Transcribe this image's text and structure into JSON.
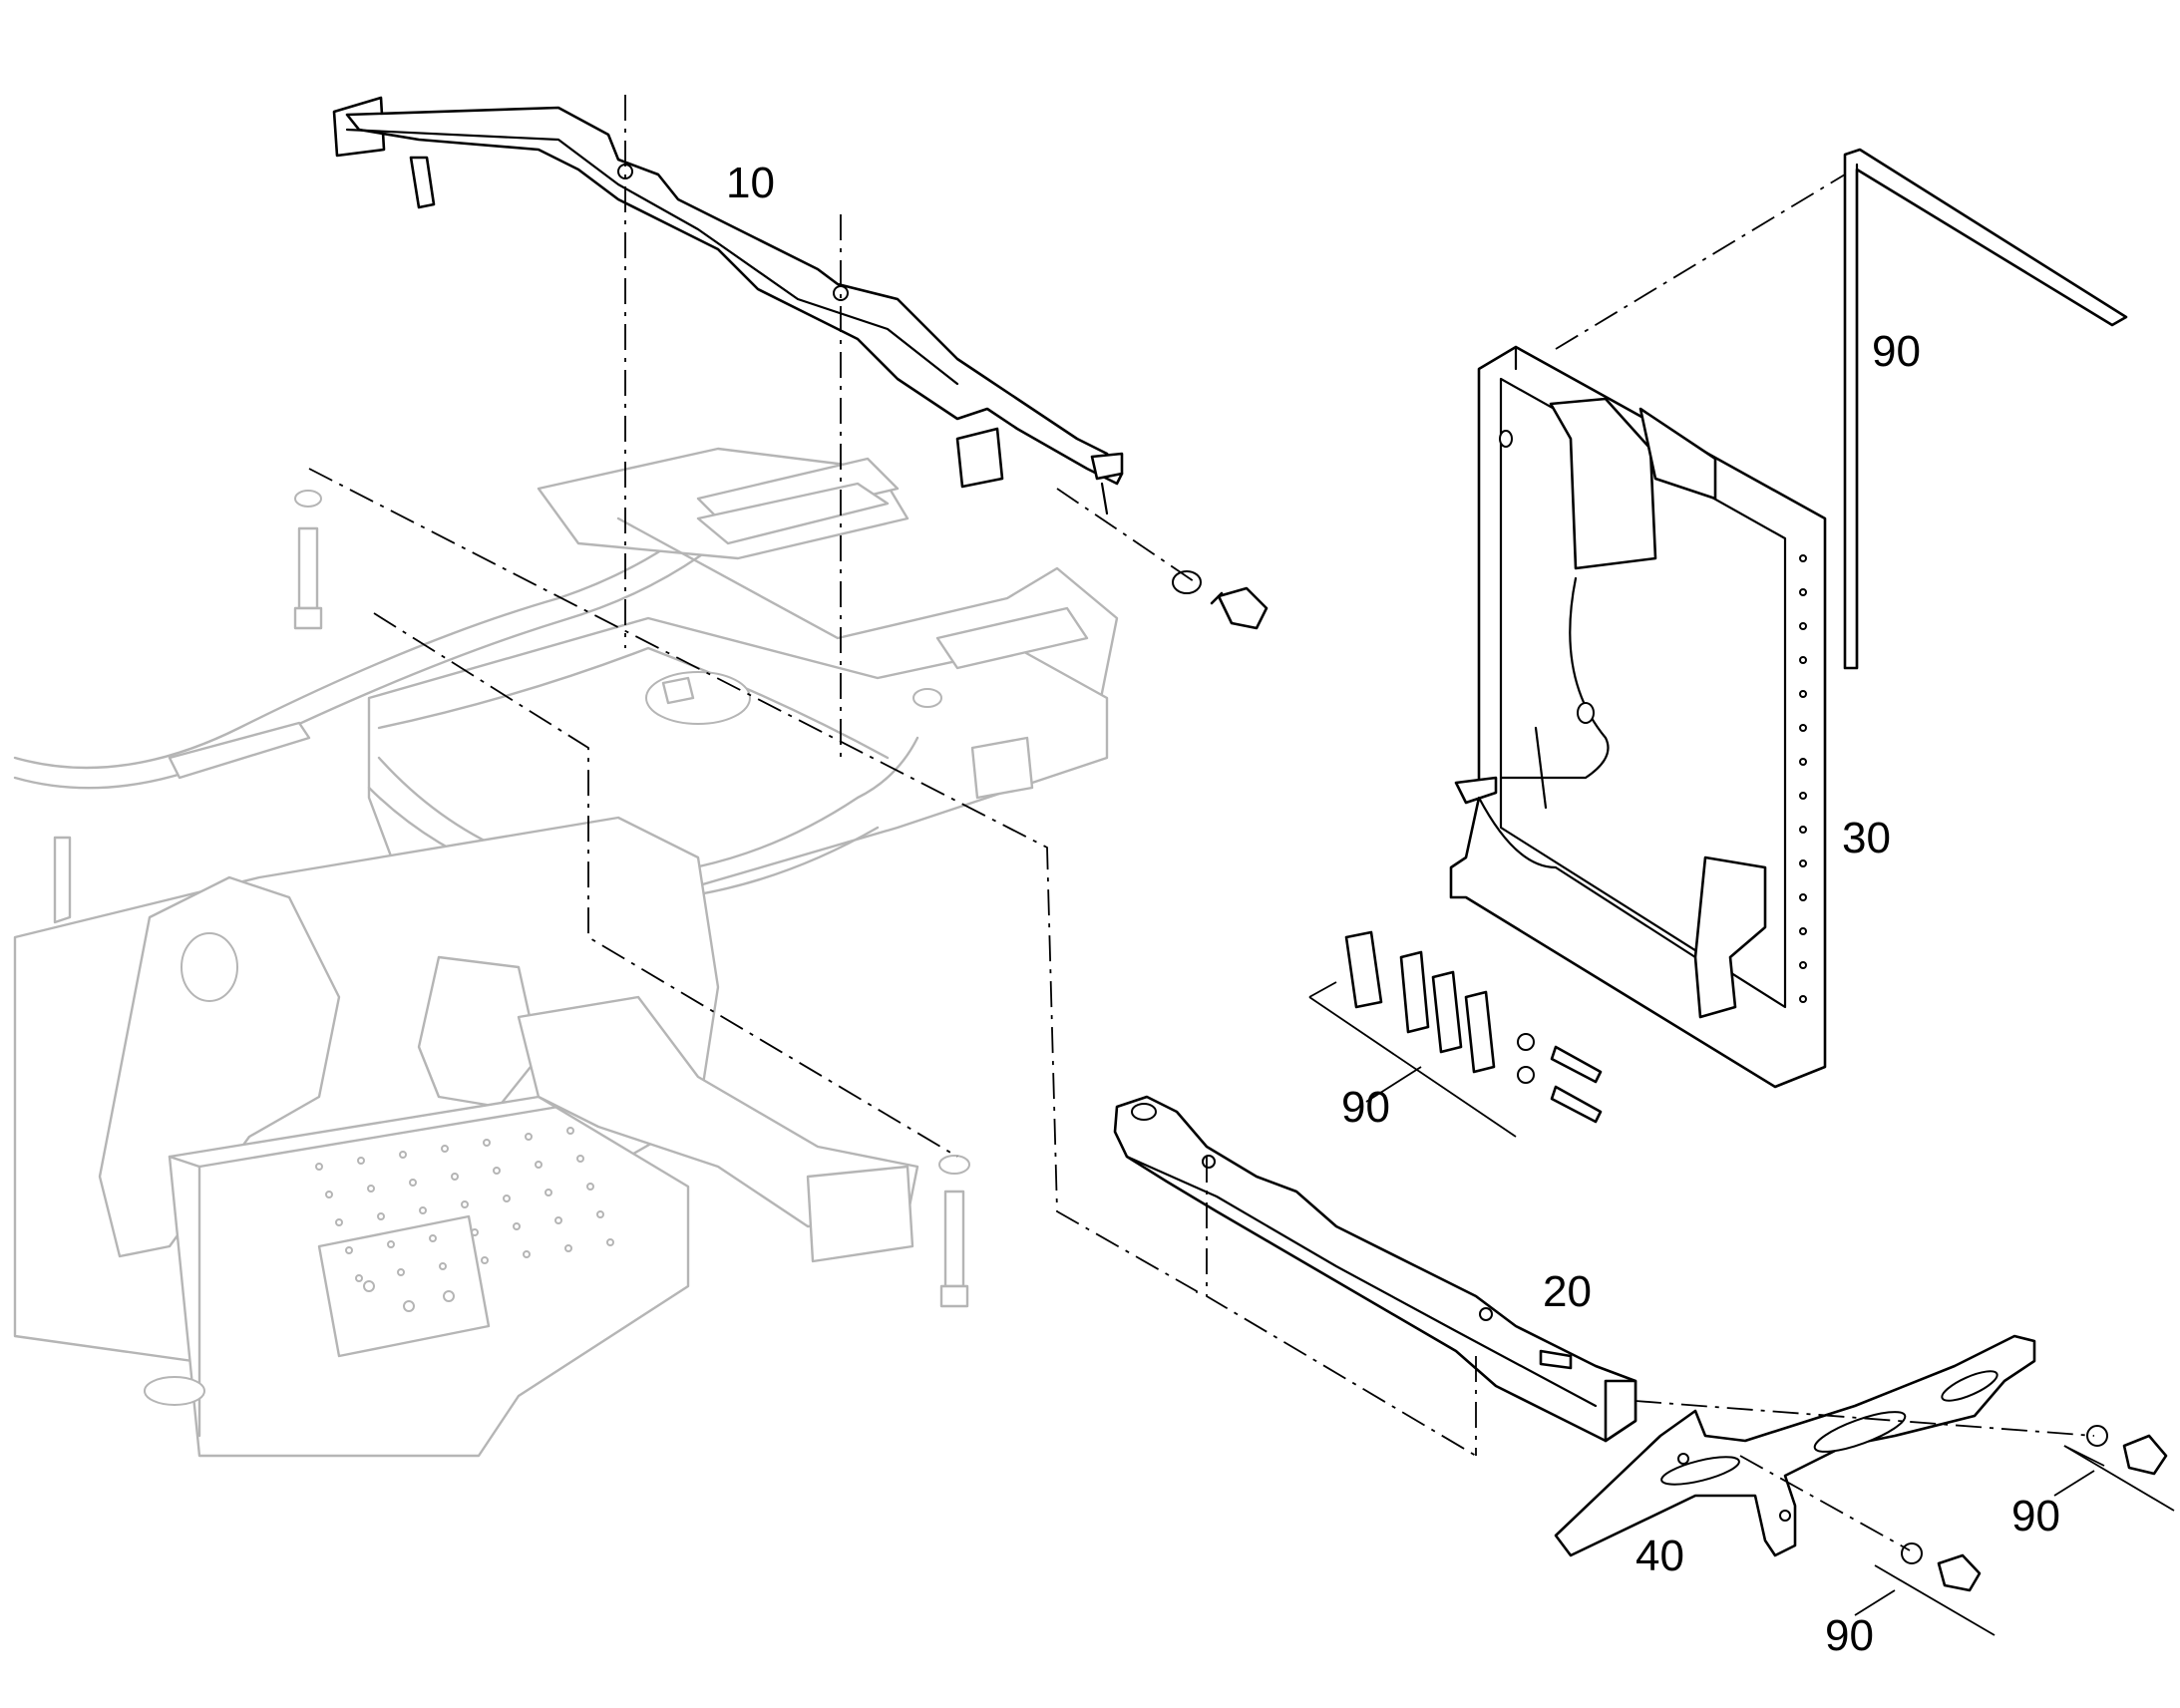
{
  "callouts": {
    "top_bar": "10",
    "lower_bar": "20",
    "frame": "30",
    "bracket": "40",
    "profile": "90",
    "spacer_kit": "90",
    "right_bolt": "90",
    "lower_bolt": "90"
  }
}
